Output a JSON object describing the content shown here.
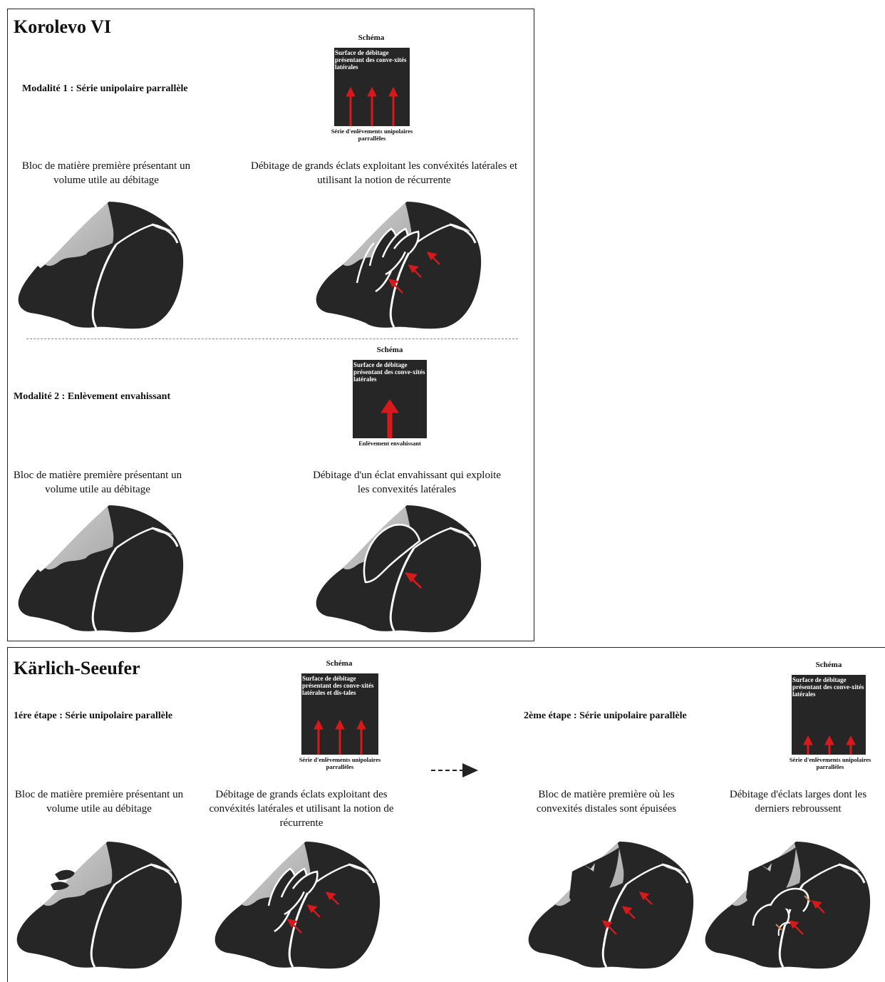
{
  "korolevo": {
    "title": "Korolevo VI",
    "mod1": {
      "label": "Modalité 1 : Série unipolaire parrallèle",
      "schema_title": "Schéma",
      "schema_text": "Surface de débitage présentant des conve-xités latérales",
      "schema_caption": "Série d'enlèvements unipolaires parrallèles",
      "left_caption": "Bloc de matière première présentant un volume utile au débitage",
      "right_caption": "Débitage de grands éclats exploitant les convéxités latérales et utilisant la notion de récurrente"
    },
    "mod2": {
      "label": "Modalité 2 : Enlèvement envahissant",
      "schema_title": "Schéma",
      "schema_text": "Surface de débitage présentant des conve-xités latérales",
      "schema_caption": "Enlèvement envahissant",
      "left_caption": "Bloc de matière première présentant un volume utile au débitage",
      "right_caption": "Débitage d'un éclat envahissant qui exploite les convexités latérales"
    }
  },
  "karlich": {
    "title": "Kärlich-Seeufer",
    "step1": {
      "label": "1ére étape : Série unipolaire parallèle",
      "schema_title": "Schéma",
      "schema_text": "Surface de débitage présentant des conve-xités latérales et dis-tales",
      "schema_caption": "Série d'enlèvements unipolaires parrallèles",
      "left_caption": "Bloc de matière première présentant un volume utile au débitage",
      "right_caption": "Débitage de grands éclats exploitant des convéxités latérales et utilisant la notion de récurrente"
    },
    "step2": {
      "label": "2ème étape : Série unipolaire parallèle",
      "schema_title": "Schéma",
      "schema_text": "Surface de débitage présentant des conve-xités latérales",
      "schema_caption": "Série d'enlèvements unipolaires parrallèles",
      "left_caption": "Bloc de matière première où les convexités distales sont épuisées",
      "right_caption": "Débitage d'éclats larges dont les derniers rebroussent"
    }
  },
  "colors": {
    "core_dark": "#262626",
    "core_light": "#b8b8b8",
    "arrow": "#d7191c",
    "frame": "#222222"
  }
}
